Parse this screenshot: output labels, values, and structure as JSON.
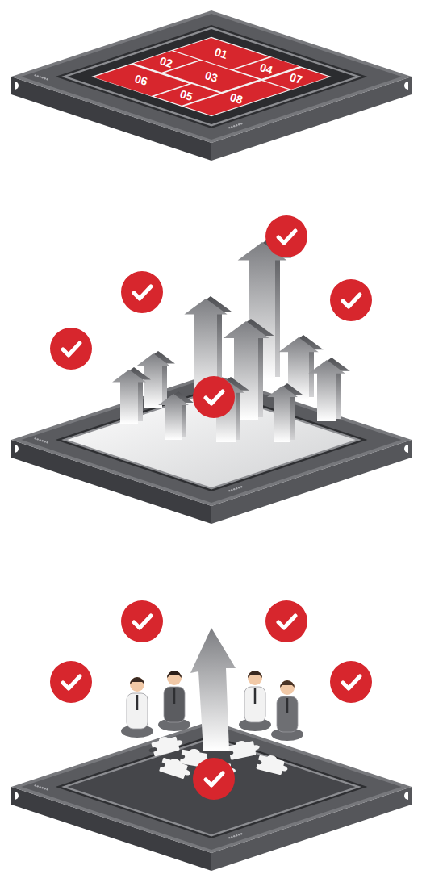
{
  "diagram": {
    "nodes": [
      {
        "text": [
          "01"
        ]
      },
      {
        "text": [
          "02"
        ]
      },
      {
        "text": [
          "03"
        ]
      },
      {
        "text": [
          "04"
        ]
      },
      {
        "text": [
          "05"
        ]
      },
      {
        "text": [
          "06"
        ]
      },
      {
        "text": [
          "07"
        ]
      },
      {
        "text": [
          "08"
        ]
      }
    ]
  }
}
